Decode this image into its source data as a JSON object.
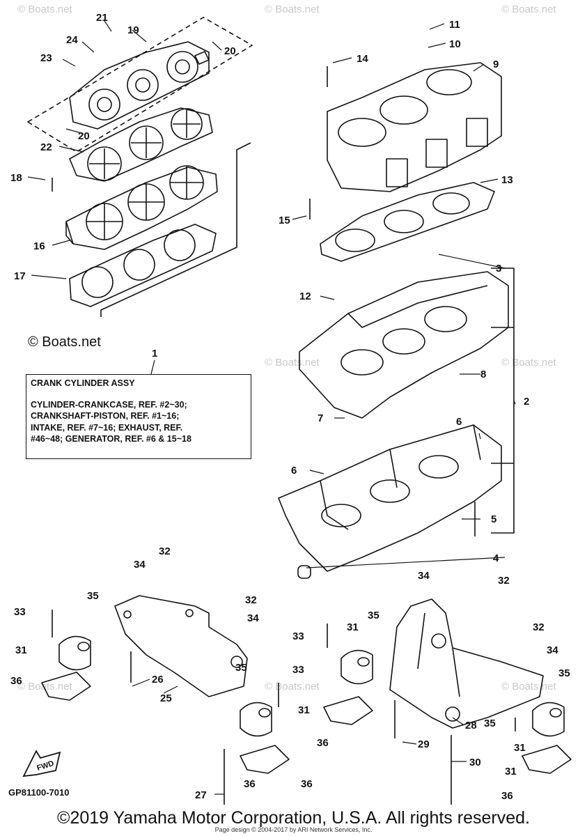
{
  "watermark": "© Boats.net",
  "brand_note": "© Boats.net",
  "note": {
    "title": "CRANK CYLINDER ASSY",
    "lines": [
      "CYLINDER-CRANKCASE, REF. #2~30;",
      "CRANKSHAFT-PISTON, REF. #1~16;",
      "INTAKE, REF. #7~16; EXHAUST, REF.",
      "#46~48; GENERATOR, REF. #6 & 15~18"
    ]
  },
  "drawing_code": "GP81100-7010",
  "fwd_label": "FWD",
  "copyright": "©2019 Yamaha Motor Corporation, U.S.A. All rights reserved.",
  "credit": "Page design © 2004-2017 by ARI Network Services, Inc.",
  "callouts": {
    "c1": "1",
    "c2": "2",
    "c3": "3",
    "c4": "4",
    "c5": "5",
    "c6a": "6",
    "c6b": "6",
    "c7": "7",
    "c8": "8",
    "c9": "9",
    "c10": "10",
    "c11": "11",
    "c12": "12",
    "c13": "13",
    "c14": "14",
    "c15": "15",
    "c16": "16",
    "c17": "17",
    "c18": "18",
    "c19": "19",
    "c20a": "20",
    "c20b": "20",
    "c21": "21",
    "c22": "22",
    "c23": "23",
    "c24": "24",
    "c25": "25",
    "c26": "26",
    "c27": "27",
    "c28": "28",
    "c29": "29",
    "c30": "30",
    "c31a": "31",
    "c31b": "31",
    "c31c": "31",
    "c31d": "31",
    "c31e": "31",
    "c32a": "32",
    "c32b": "32",
    "c32c": "32",
    "c32d": "32",
    "c33a": "33",
    "c33b": "33",
    "c33c": "33",
    "c34a": "34",
    "c34b": "34",
    "c34c": "34",
    "c34d": "34",
    "c35a": "35",
    "c35b": "35",
    "c35c": "35",
    "c35d": "35",
    "c35e": "35",
    "c36a": "36",
    "c36b": "36",
    "c36c": "36",
    "c36d": "36",
    "c36e": "36"
  }
}
